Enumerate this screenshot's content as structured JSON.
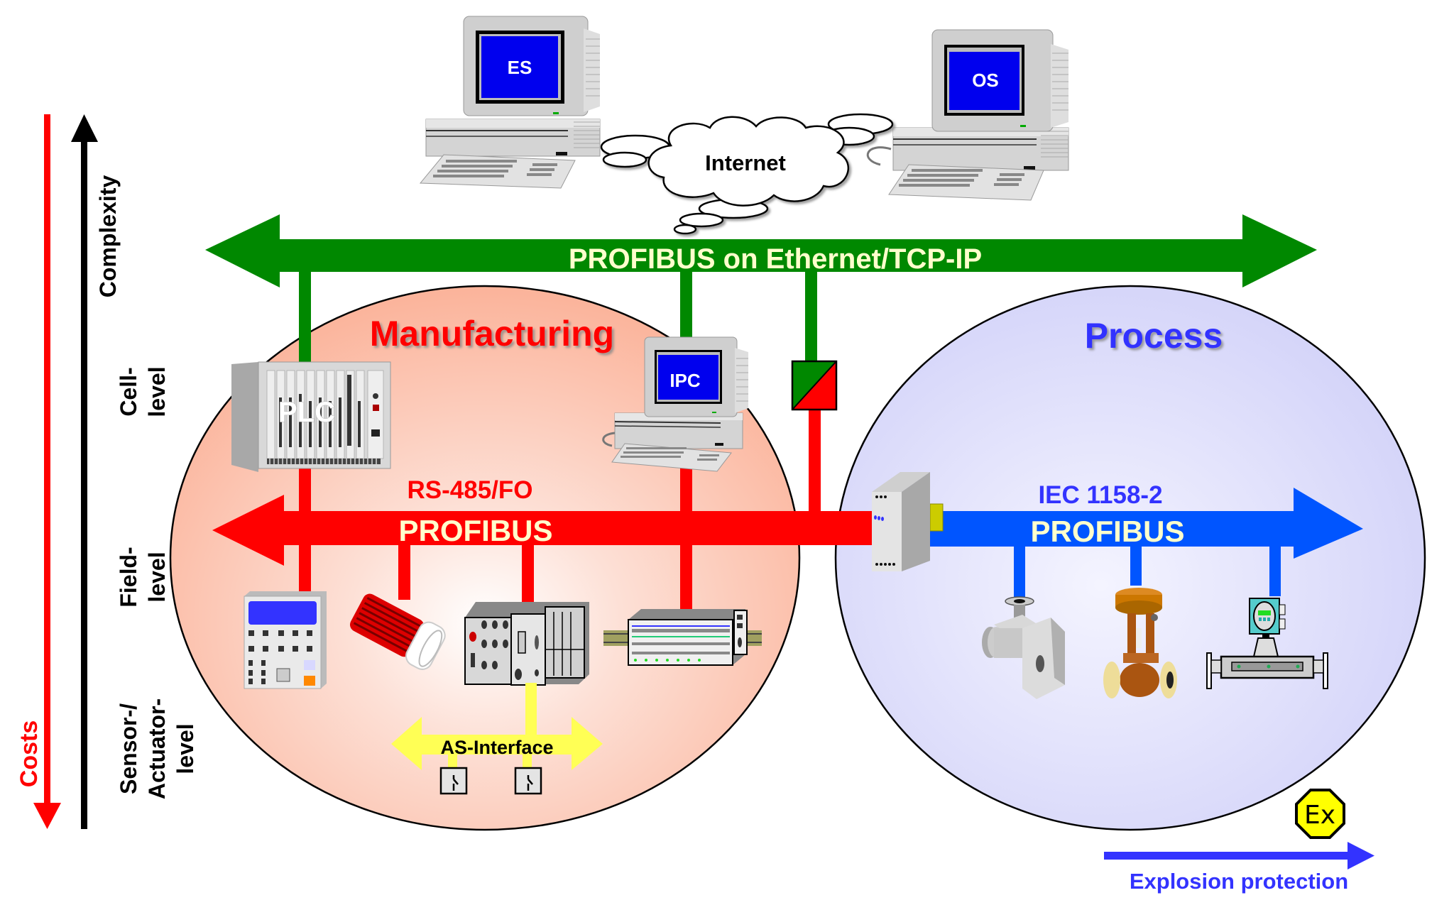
{
  "axes": {
    "costs_label": "Costs",
    "complexity_label": "Complexity",
    "levels": [
      {
        "line1": "Cell-",
        "line2": "level",
        "line3": ""
      },
      {
        "line1": "Field-",
        "line2": "level",
        "line3": ""
      },
      {
        "line1": "Sensor-/",
        "line2": "Actuator-",
        "line3": "level"
      }
    ]
  },
  "top": {
    "es_label": "ES",
    "os_label": "OS",
    "cloud_label": "Internet"
  },
  "ethernet_bus": {
    "label": "PROFIBUS on Ethernet/TCP-IP",
    "color": "#008800"
  },
  "manufacturing": {
    "title": "Manufacturing",
    "plc_label": "PLC",
    "ipc_label": "IPC",
    "bus_medium": "RS-485/FO",
    "bus_label": "PROFIBUS",
    "bus_color": "#ff0000",
    "asi_label": "AS-Interface",
    "asi_color": "#ffff55"
  },
  "process": {
    "title": "Process",
    "bus_medium": "IEC 1158-2",
    "bus_label": "PROFIBUS",
    "bus_color": "#0055ff"
  },
  "explosion": {
    "symbol": "Ex",
    "label": "Explosion protection",
    "color": "#3333ff"
  }
}
